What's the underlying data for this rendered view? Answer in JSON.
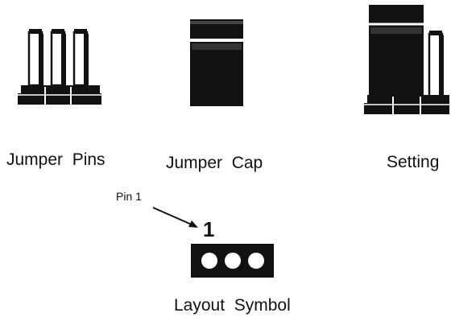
{
  "labels": {
    "jumper_pins": "Jumper  Pins",
    "jumper_cap": "Jumper  Cap",
    "setting": "Setting",
    "pin1_pointer": "Pin 1",
    "pin1_number": "1",
    "layout_symbol": "Layout  Symbol"
  },
  "colors": {
    "ink": "#111111",
    "paper": "#ffffff"
  }
}
